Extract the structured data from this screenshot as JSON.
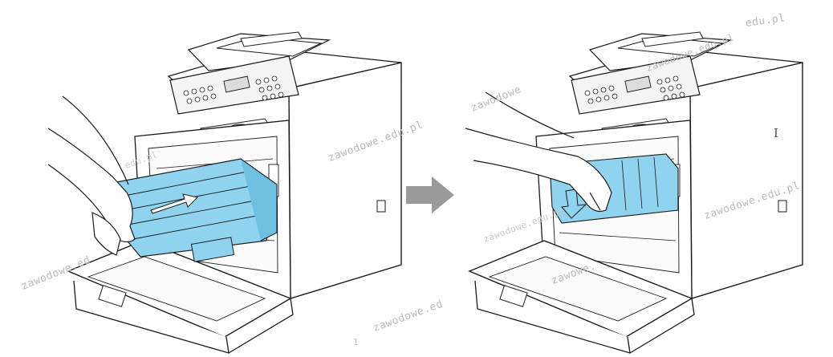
{
  "illustration": {
    "left_panel": "printer-open-drum-unit-being-inserted",
    "right_panel": "printer-open-drum-unit-pushed-in",
    "arrow_icon": "right-arrow-icon",
    "accent_color": "#8fd3ee",
    "outline_color": "#1a1a1a",
    "arrow_color": "#9a9a9a"
  },
  "watermarks": [
    "edu.pl",
    "zawodowe.edu.pl",
    "zawodowe",
    "zawodowe.edu.pl",
    "zawodowe.edu.pl",
    "zawodowe.ed",
    "zawowe.",
    "zawodowe.ed",
    "zawodowe.edu.pl",
    "edu.pl",
    "1"
  ],
  "cursor_glyph": "I"
}
